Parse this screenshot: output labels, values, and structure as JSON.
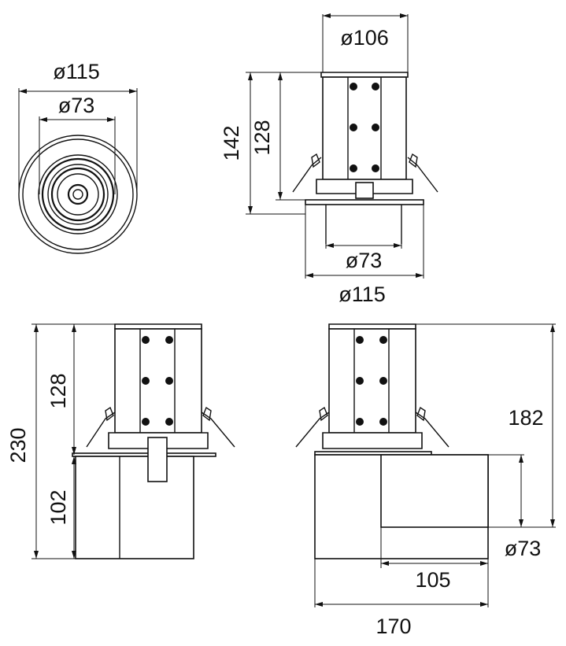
{
  "top_view": {
    "outer_diameter": "ø115",
    "inner_diameter": "ø73"
  },
  "front_top": {
    "top_diameter": "ø106",
    "overall_height": "142",
    "body_height": "128",
    "inner_diameter": "ø73",
    "flange_diameter": "ø115"
  },
  "side_bottom_left": {
    "total_height": "230",
    "body_height": "128",
    "lower_height": "102"
  },
  "side_bottom_right": {
    "height": "182",
    "inner_diameter": "ø73",
    "inner_width": "105",
    "total_width": "170"
  },
  "colors": {
    "line": "#111111",
    "background": "#ffffff"
  }
}
